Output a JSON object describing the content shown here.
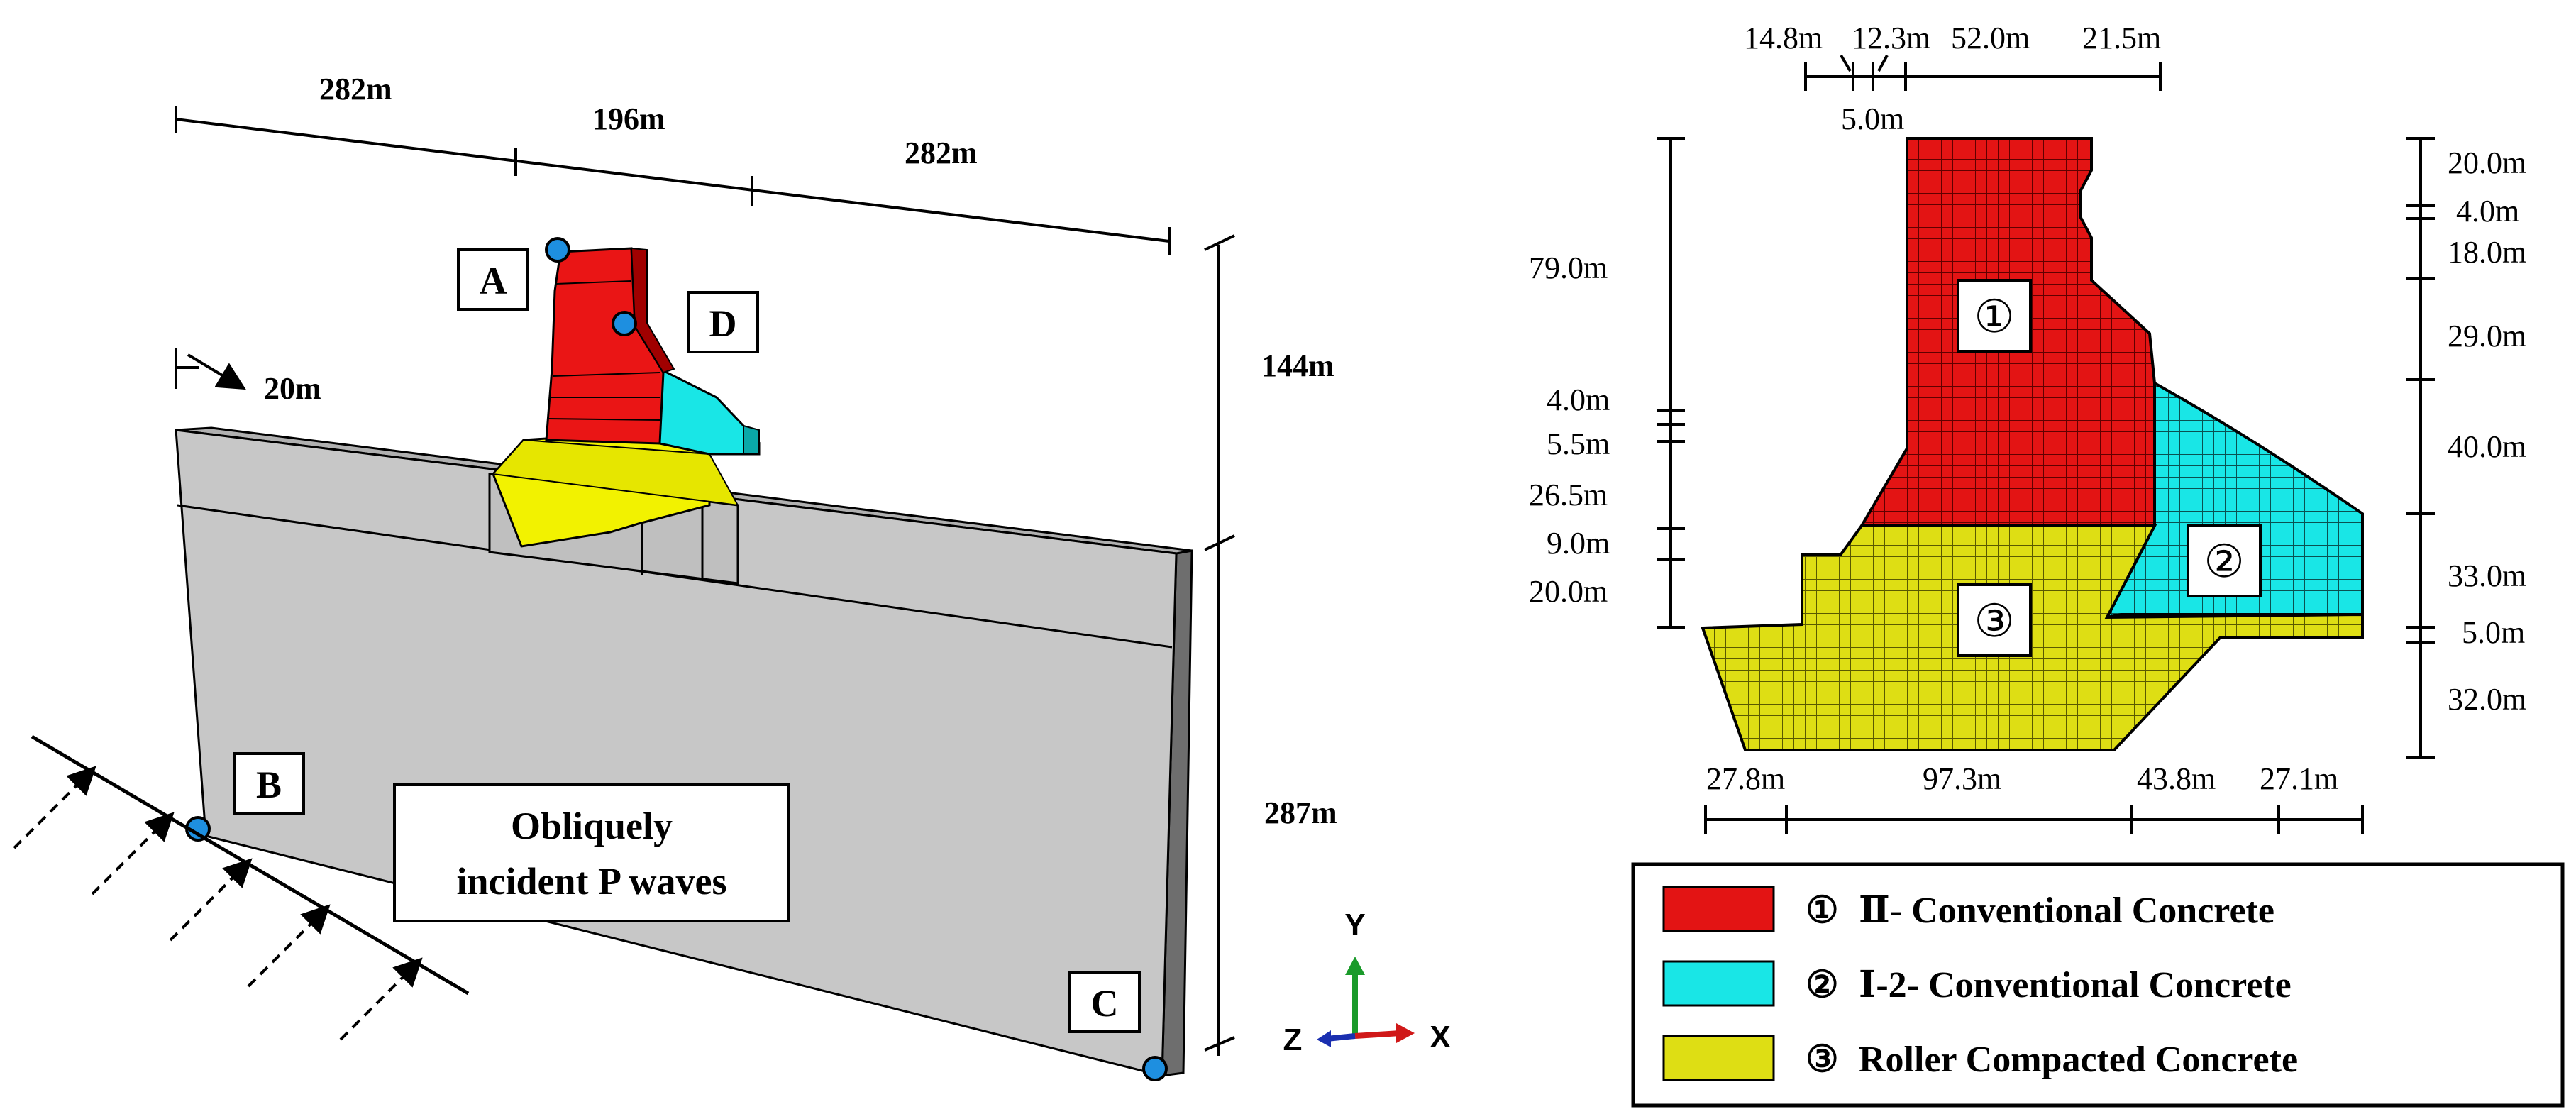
{
  "left_model": {
    "top_dims": [
      "282m",
      "196m",
      "282m"
    ],
    "thickness": "20m",
    "height_upper": "144m",
    "height_lower": "287m",
    "points": [
      "A",
      "B",
      "C",
      "D"
    ],
    "wave_label_line1": "Obliquely",
    "wave_label_line2": "incident P waves",
    "axes": {
      "y": "Y",
      "z": "Z",
      "x": "X"
    },
    "axis_colors": {
      "y": "#1a9a2a",
      "z": "#1a2fb0",
      "x": "#d01818"
    },
    "point_color": "#1e8fe0"
  },
  "right_section": {
    "top_dims": [
      "14.8m",
      "12.3m",
      "52.0m",
      "21.5m"
    ],
    "top_dim_below": "5.0m",
    "left_dims": [
      "79.0m",
      "4.0m",
      "5.5m",
      "26.5m",
      "9.0m",
      "20.0m"
    ],
    "right_dims": [
      "20.0m",
      "4.0m",
      "18.0m",
      "29.0m",
      "40.0m",
      "33.0m",
      "5.0m",
      "32.0m"
    ],
    "bottom_dims": [
      "27.8m",
      "97.3m",
      "43.8m",
      "27.1m"
    ],
    "zone_labels": [
      "①",
      "②",
      "③"
    ]
  },
  "legend": [
    {
      "symbol": "①",
      "text": "Ⅱ- Conventional Concrete",
      "color": "#e31414"
    },
    {
      "symbol": "②",
      "text": "Ⅰ-2- Conventional Concrete",
      "color": "#19e6e6"
    },
    {
      "symbol": "③",
      "text": "Roller Compacted Concrete",
      "color": "#dede14"
    }
  ]
}
